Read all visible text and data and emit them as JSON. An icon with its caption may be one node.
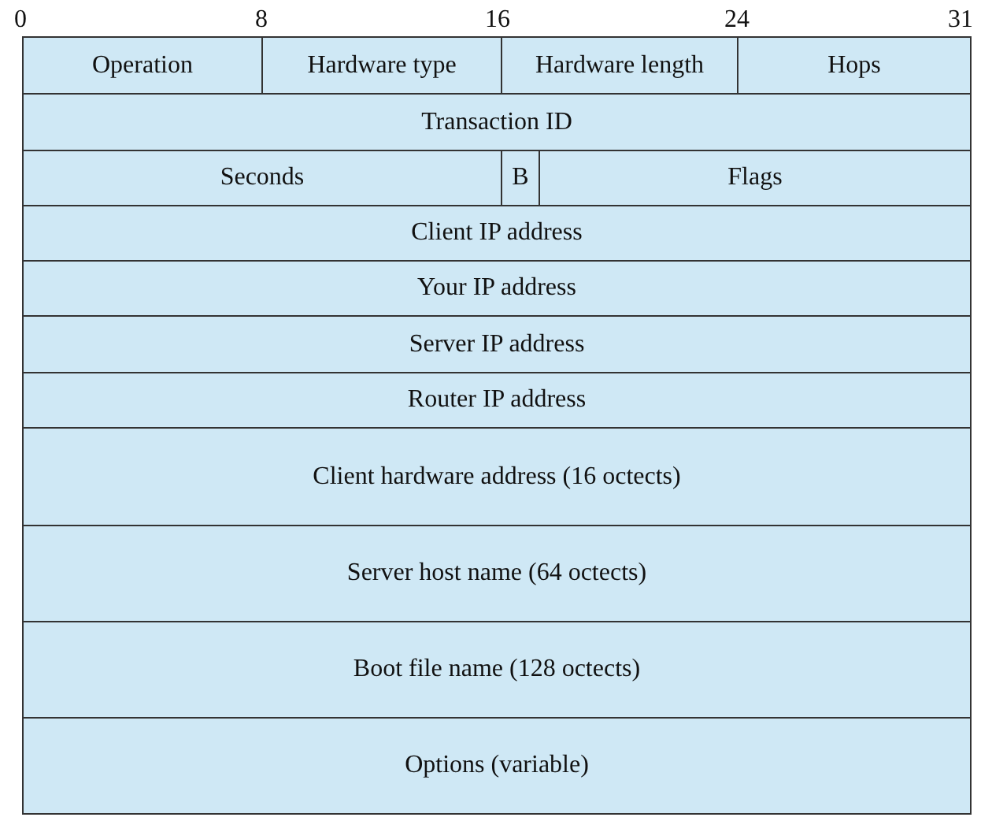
{
  "diagram": {
    "nodes": [
      {
        "text": [
          "Operation"
        ]
      },
      {
        "text": [
          "Hardware type"
        ]
      },
      {
        "text": [
          "Hardware length"
        ]
      },
      {
        "text": [
          "Hops"
        ]
      },
      {
        "text": [
          "Transaction ID"
        ]
      },
      {
        "text": [
          "Seconds"
        ]
      },
      {
        "text": [
          "B"
        ]
      },
      {
        "text": [
          "Flags"
        ]
      },
      {
        "text": [
          "Client IP address"
        ]
      },
      {
        "text": [
          "Your IP address"
        ]
      },
      {
        "text": [
          "Server IP address"
        ]
      },
      {
        "text": [
          "Router IP address"
        ]
      },
      {
        "text": [
          "Client hardware address (16 octects)"
        ]
      },
      {
        "text": [
          "Server host name (64 octects)"
        ]
      },
      {
        "text": [
          "Boot file name (128 octects)"
        ]
      },
      {
        "text": [
          "Options (variable)"
        ]
      }
    ],
    "labels": [
      "0",
      "8",
      "16",
      "24",
      "31"
    ]
  }
}
